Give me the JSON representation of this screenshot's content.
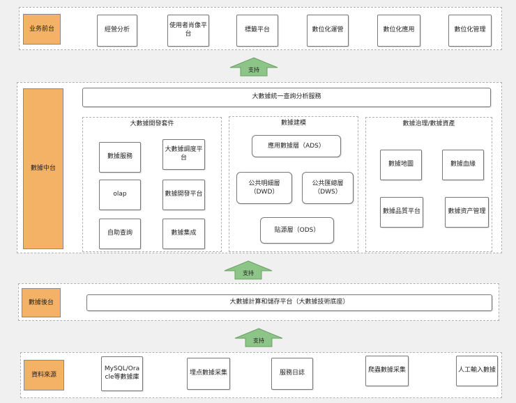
{
  "front": {
    "label": "业务前台",
    "items": [
      "經營分析",
      "使用者肖像平台",
      "標籤平台",
      "數位化運營",
      "數位化應用",
      "數位化管理"
    ]
  },
  "arrows": {
    "support": "支持"
  },
  "middle": {
    "label": "數據中台",
    "query_service": "大數據統一查詢分析服務",
    "dev_suite": {
      "title": "大數據開發套件",
      "items": [
        "數據服務",
        "大數據調度平台",
        "olap",
        "數據開發平台",
        "自助查詢",
        "數據集成"
      ]
    },
    "modeling": {
      "title": "數據建模",
      "ads": "應用數據層（ADS）",
      "dwd": "公共明細層\n（DWD）",
      "dws": "公共匯總層\n（DWS）",
      "ods": "貼源層（ODS）"
    },
    "governance": {
      "title": "數據治理/數據資產",
      "items": [
        "數據地圖",
        "數據血緣",
        "數據品質平台",
        "數據资产管理"
      ]
    }
  },
  "back": {
    "label": "數據後台",
    "platform": "大數據計算和儲存平台（大數據技術底座）"
  },
  "sources": {
    "label": "資料來源",
    "items": [
      "MySQL/Oracle等數據庫",
      "埋点數據采集",
      "服務日誌",
      "爬蟲數據采集",
      "人工輸入數據"
    ]
  },
  "colors": {
    "accent": "#f4b266",
    "arrow": "#8dc487"
  }
}
